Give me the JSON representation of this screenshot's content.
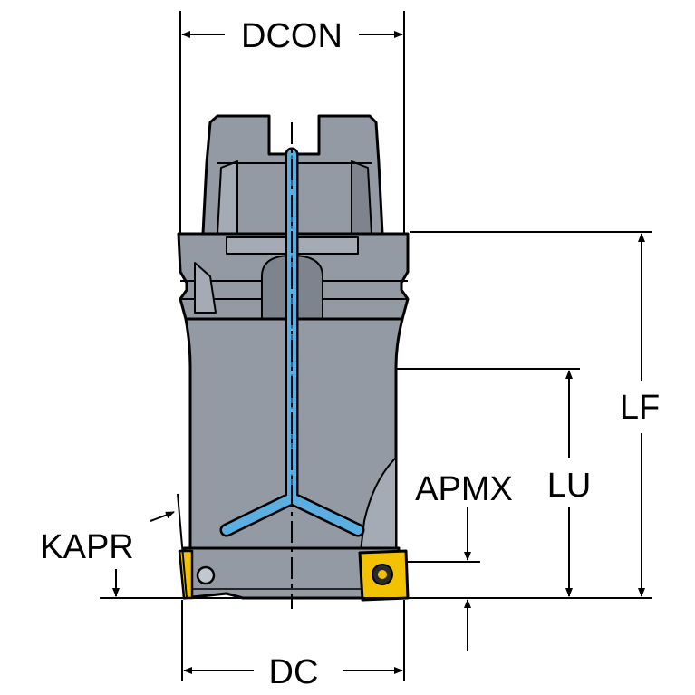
{
  "labels": {
    "dcon": "DCON",
    "lf": "LF",
    "lu": "LU",
    "apmx": "APMX",
    "kapr": "KAPR",
    "dc": "DC"
  },
  "colors": {
    "body": "#939aa3",
    "body_light": "#a4abb4",
    "body_dark": "#7d848d",
    "outline": "#000000",
    "coolant": "#5aaee0",
    "insert": "#f2c200",
    "dimension": "#000000",
    "background": "#ffffff"
  }
}
